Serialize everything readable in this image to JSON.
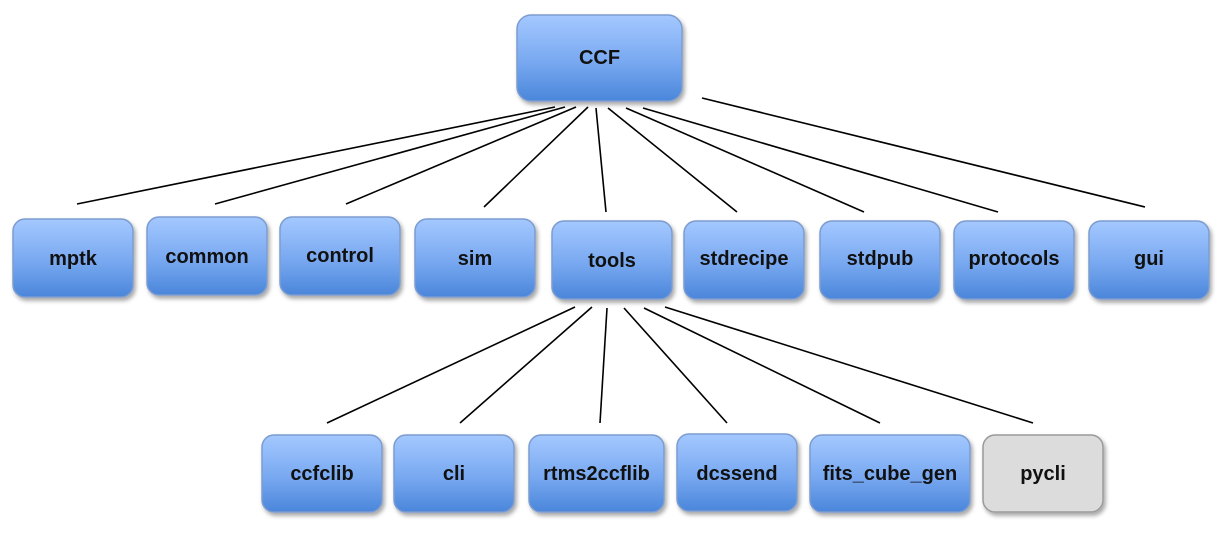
{
  "diagram": {
    "root": {
      "label": "CCF"
    },
    "level1": [
      {
        "label": "mptk"
      },
      {
        "label": "common"
      },
      {
        "label": "control"
      },
      {
        "label": "sim"
      },
      {
        "label": "tools"
      },
      {
        "label": "stdrecipe"
      },
      {
        "label": "stdpub"
      },
      {
        "label": "protocols"
      },
      {
        "label": "gui"
      }
    ],
    "level2": [
      {
        "label": "ccfclib"
      },
      {
        "label": "cli"
      },
      {
        "label": "rtms2ccflib"
      },
      {
        "label": "dcssend"
      },
      {
        "label": "fits_cube_gen"
      },
      {
        "label": "pycli",
        "style": "gray"
      }
    ]
  },
  "colors": {
    "node_top": "#9cc3ff",
    "node_bottom": "#4a86da",
    "node_border": "#7d9ccf",
    "gray_node_fill": "#dcdcdc",
    "gray_node_border": "#9a9a9a",
    "connector": "#000000",
    "label": "#111111"
  }
}
